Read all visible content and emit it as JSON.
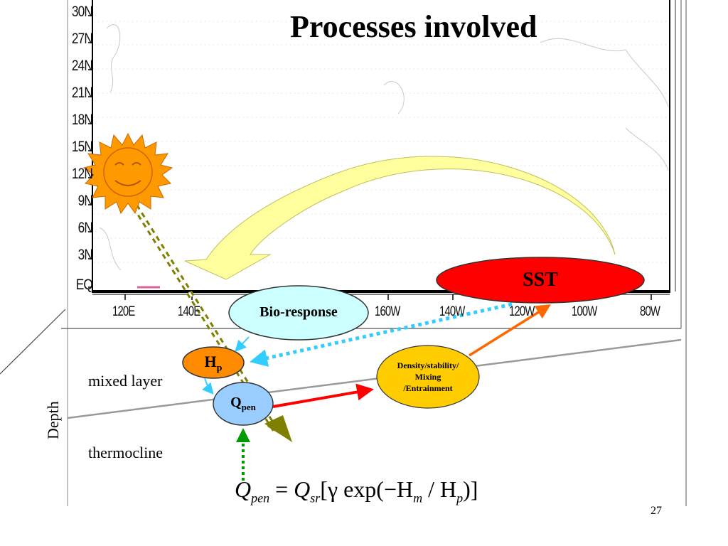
{
  "title": "Processes involved",
  "map": {
    "lat_labels": [
      "30N",
      "27N",
      "24N",
      "21N",
      "18N",
      "15N",
      "12N",
      "9N",
      "6N",
      "3N",
      "EQ"
    ],
    "lon_labels": [
      "120E",
      "140E",
      "160W",
      "140W",
      "120W",
      "100W",
      "80W"
    ]
  },
  "nodes": {
    "sst": "SST",
    "bio_response": "Bio-response",
    "hp_main": "H",
    "hp_sub": "p",
    "qpen_main": "Q",
    "qpen_sub": "pen",
    "density_line1": "Density/stability/",
    "density_line2": "Mixing",
    "density_line3": "/Entrainment"
  },
  "labels": {
    "mixed_layer": "mixed layer",
    "thermocline": "thermocline",
    "depth": "Depth"
  },
  "equation": {
    "lhs": "Q",
    "lhs_sub": "pen",
    "eq": " = ",
    "q": "Q",
    "q_sub": "sr",
    "rest": "[γ exp(−H",
    "hm_sub": "m",
    "slash": " / H",
    "hp_sub": "p",
    "close": ")]"
  },
  "page_number": "27",
  "colors": {
    "sst": "#ff0000",
    "bio": "#ccffff",
    "hp": "#ff8c00",
    "qpen": "#99ccff",
    "density": "#ffcc00",
    "big_arrow": "#ffff99",
    "sun": "#ff9900"
  }
}
